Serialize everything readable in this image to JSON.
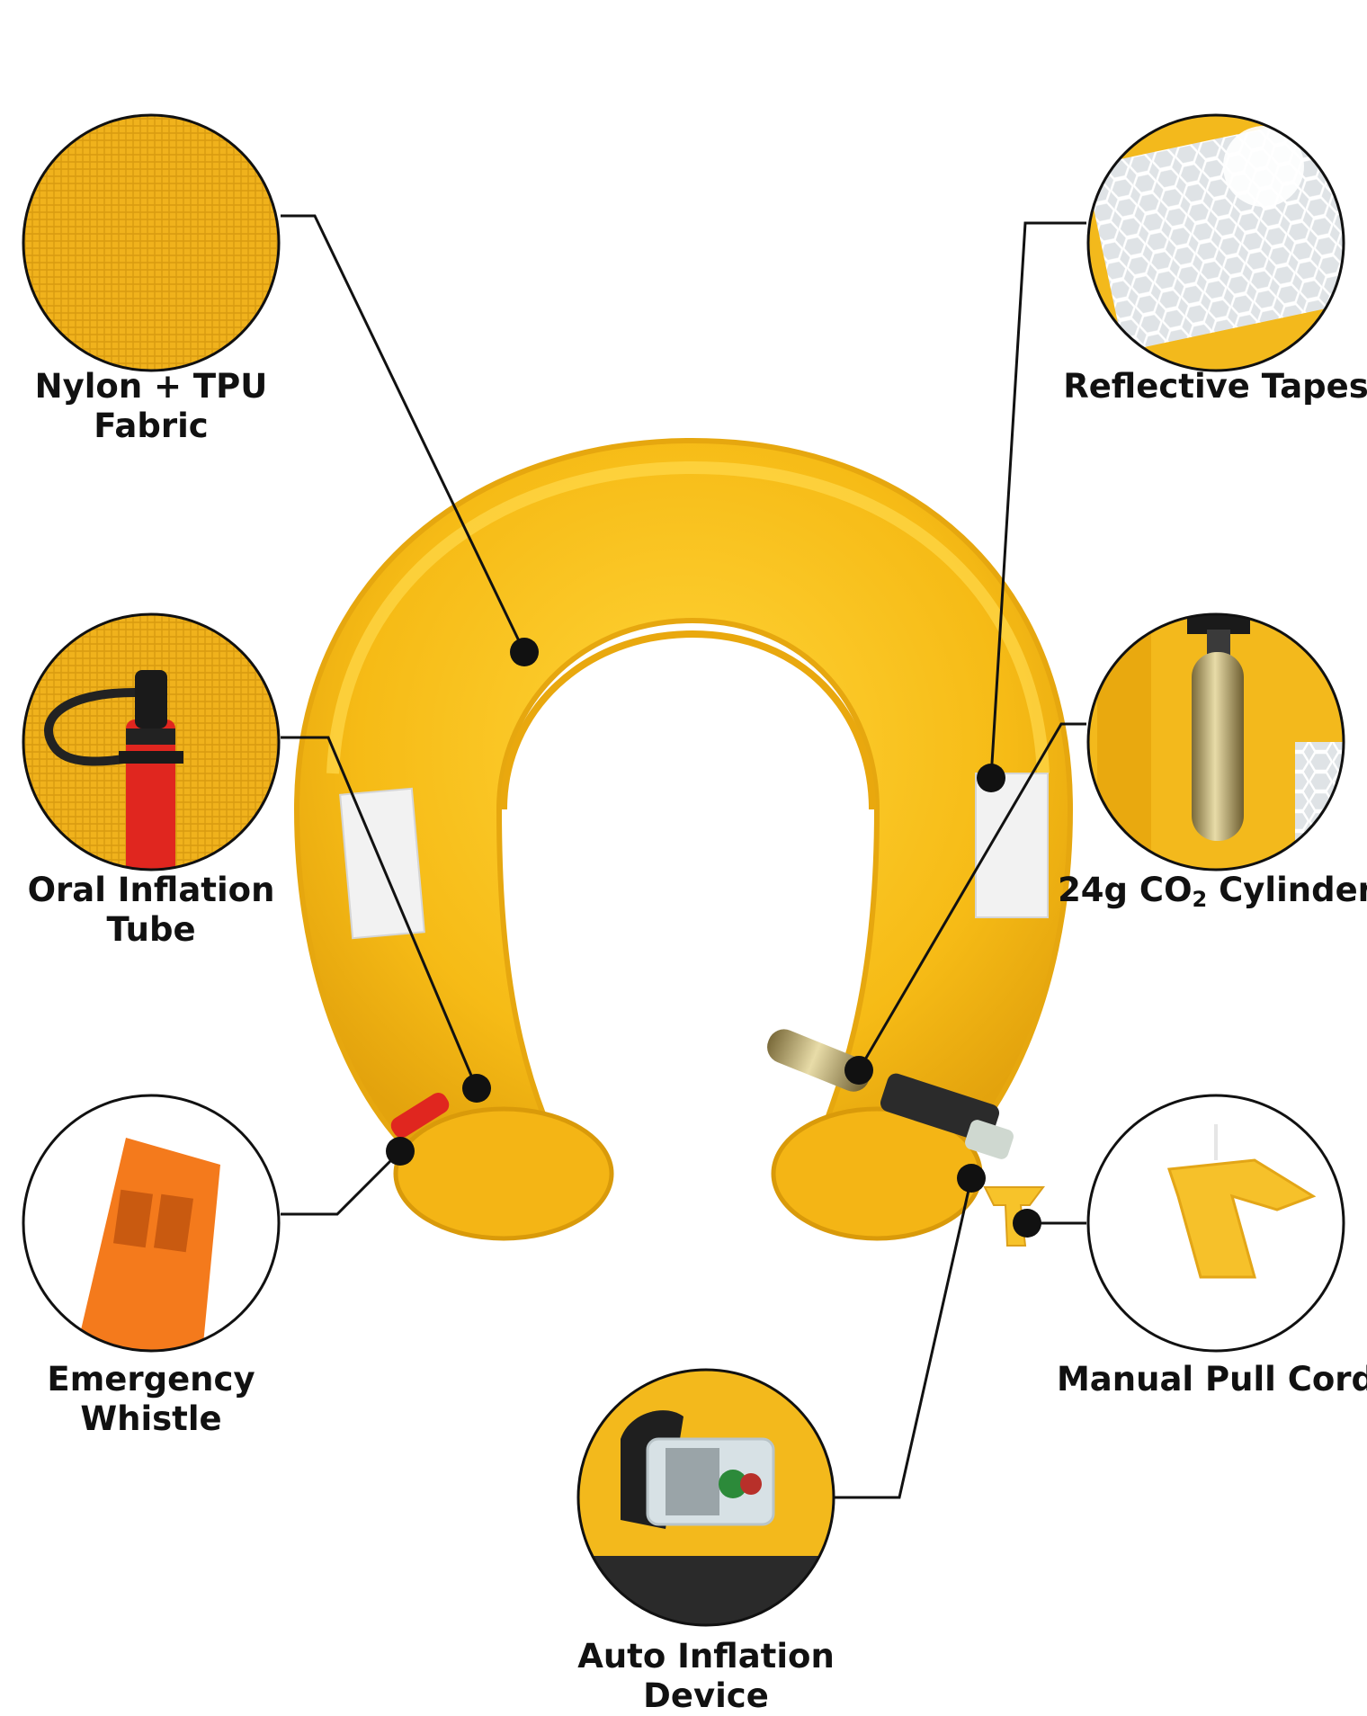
{
  "labels": {
    "nylon_fabric": [
      "Nylon + TPU",
      "Fabric"
    ],
    "reflective_tapes": "Reflective Tapes",
    "oral_tube": [
      "Oral Inflation",
      "Tube"
    ],
    "co2_cylinder": {
      "pre": "24g CO",
      "sub": "2",
      "post": " Cylinder"
    },
    "whistle": [
      "Emergency",
      "Whistle"
    ],
    "pull_cord": "Manual Pull Cord",
    "auto_device": "Auto Inflation Device"
  },
  "colors": {
    "ring": "#f6bb16",
    "ring_shadow": "#d99a0a",
    "ring_highlight": "#ffd23d",
    "leader": "#111111",
    "whistle": "#f47a1c",
    "tube": "#e0261f"
  },
  "icons": [
    "fabric-swatch-icon",
    "reflective-tape-icon",
    "oral-tube-icon",
    "co2-cylinder-icon",
    "whistle-icon",
    "pull-handle-icon",
    "auto-inflator-icon"
  ]
}
